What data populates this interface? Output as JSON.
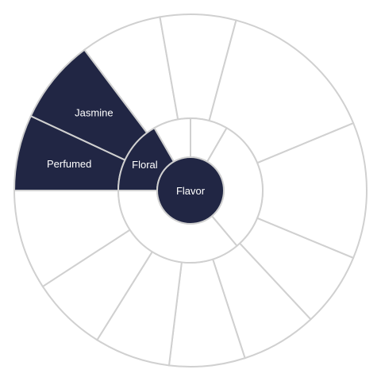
{
  "colors": {
    "filled": "#212644",
    "empty": "#ffffff",
    "stroke": "#d0d0d0"
  },
  "wheel": {
    "center": {
      "label": "Flavor",
      "selected": true
    },
    "inner": [
      {
        "label": "",
        "selected": false
      },
      {
        "label": "",
        "selected": false
      },
      {
        "label": "Floral",
        "selected": true
      },
      {
        "label": "",
        "selected": false
      },
      {
        "label": "",
        "selected": false
      }
    ],
    "outer": [
      {
        "label": "",
        "selected": false
      },
      {
        "label": "",
        "selected": false
      },
      {
        "label": "",
        "selected": false
      },
      {
        "label": "",
        "selected": false
      },
      {
        "label": "",
        "selected": false
      },
      {
        "label": "",
        "selected": false
      },
      {
        "label": "",
        "selected": false
      },
      {
        "label": "Perfumed",
        "selected": true
      },
      {
        "label": "Jasmine",
        "selected": true
      },
      {
        "label": "",
        "selected": false
      },
      {
        "label": "",
        "selected": false
      },
      {
        "label": "",
        "selected": false
      }
    ]
  }
}
